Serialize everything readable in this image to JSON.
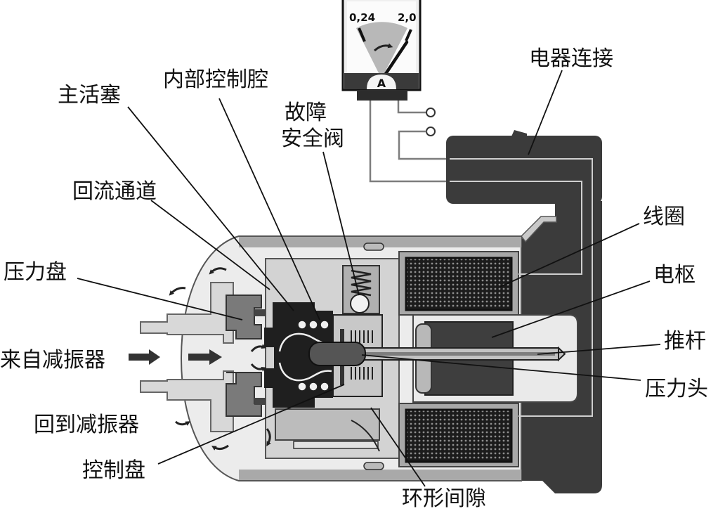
{
  "meter": {
    "scale_left": "0,24",
    "scale_right": "2,0",
    "unit": "A"
  },
  "labels": {
    "electrical_connection": "电器连接",
    "inner_control_chamber": "内部控制腔",
    "main_piston": "主活塞",
    "failsafe_valve": [
      "故障",
      "安全阀"
    ],
    "return_channel": "回流通道",
    "coil": "线圈",
    "pressure_plate": "压力盘",
    "armature": "电枢",
    "from_damper": "来自减振器",
    "push_rod": "推杆",
    "pressure_head": "压力头",
    "to_damper": "回到减振器",
    "control_disc": "控制盘",
    "annular_gap": "环形间隙"
  }
}
